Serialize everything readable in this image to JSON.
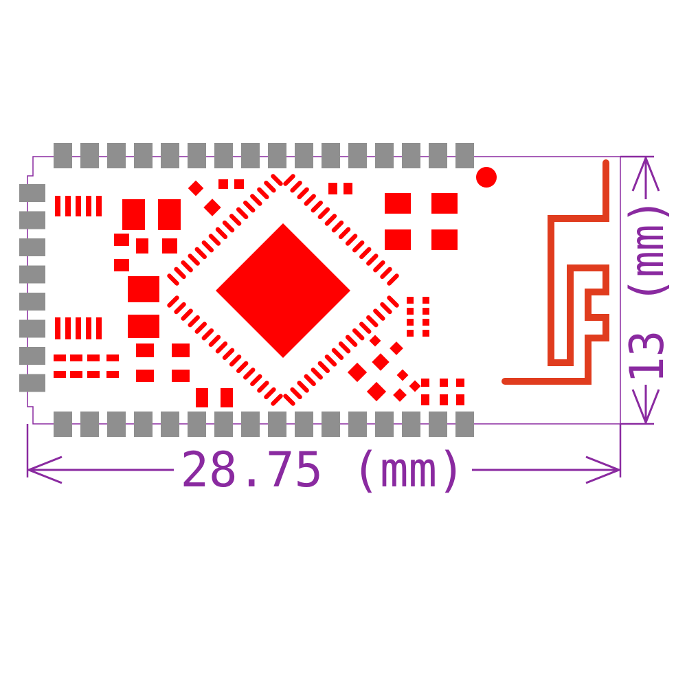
{
  "colors": {
    "background": "#ffffff",
    "copper": "#ff0000",
    "pad": "#8f8f8f",
    "antenna": "#e03c1e",
    "dimension": "#8a2aa0"
  },
  "dimensions": {
    "width_label": "28.75 (mm)",
    "height_label": "13 (mm)",
    "width_mm": 28.75,
    "height_mm": 13
  }
}
